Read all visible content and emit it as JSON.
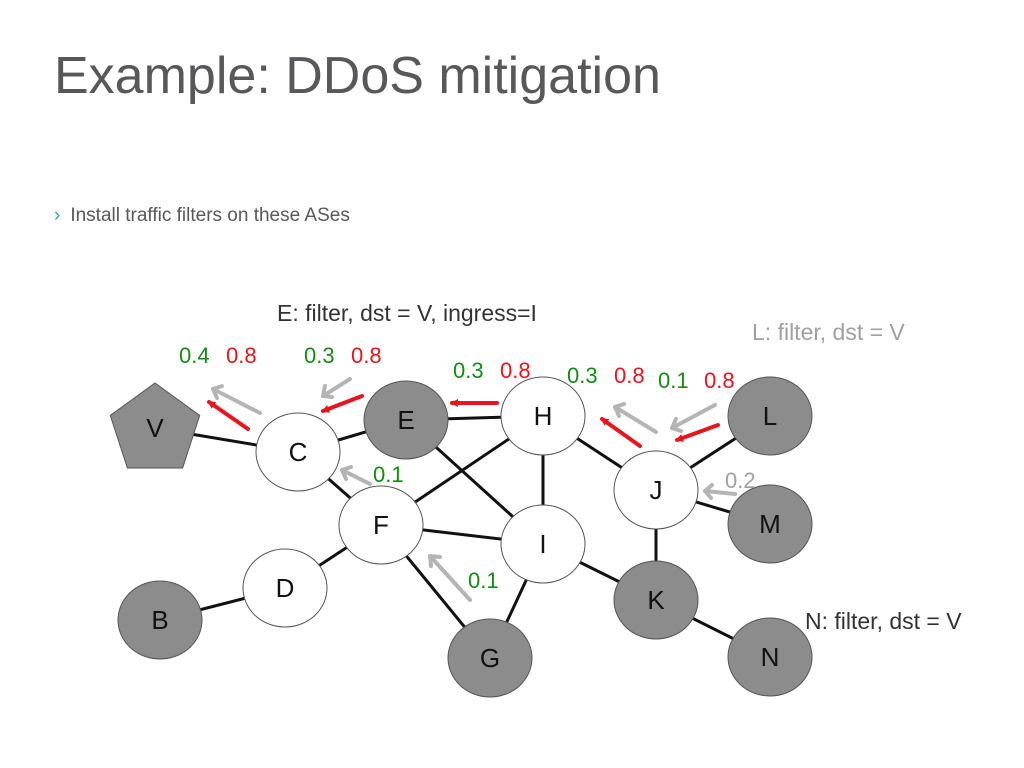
{
  "slide": {
    "title": "Example: DDoS mitigation",
    "bullet_marker": "›",
    "bullet": "Install traffic filters on these ASes"
  },
  "colors": {
    "green": "#148c14",
    "red": "#e8141e",
    "gray_arrow": "#b4b4b4",
    "gray_label": "#a0a0a0",
    "shaded_node": "#8c8c8c",
    "edge": "#111111"
  },
  "nodes": [
    {
      "id": "V",
      "label": "V",
      "shape": "pentagon",
      "shaded": true
    },
    {
      "id": "C",
      "label": "C",
      "shaded": false
    },
    {
      "id": "E",
      "label": "E",
      "shaded": true
    },
    {
      "id": "H",
      "label": "H",
      "shaded": false
    },
    {
      "id": "F",
      "label": "F",
      "shaded": false
    },
    {
      "id": "D",
      "label": "D",
      "shaded": false
    },
    {
      "id": "B",
      "label": "B",
      "shaded": true
    },
    {
      "id": "I",
      "label": "I",
      "shaded": false
    },
    {
      "id": "G",
      "label": "G",
      "shaded": true
    },
    {
      "id": "J",
      "label": "J",
      "shaded": false
    },
    {
      "id": "K",
      "label": "K",
      "shaded": true
    },
    {
      "id": "L",
      "label": "L",
      "shaded": true
    },
    {
      "id": "M",
      "label": "M",
      "shaded": true
    },
    {
      "id": "N",
      "label": "N",
      "shaded": true
    }
  ],
  "edges": [
    [
      "V",
      "C"
    ],
    [
      "C",
      "E"
    ],
    [
      "C",
      "F"
    ],
    [
      "E",
      "H"
    ],
    [
      "E",
      "I"
    ],
    [
      "F",
      "H"
    ],
    [
      "F",
      "I"
    ],
    [
      "F",
      "D"
    ],
    [
      "F",
      "G"
    ],
    [
      "D",
      "B"
    ],
    [
      "H",
      "I"
    ],
    [
      "H",
      "J"
    ],
    [
      "I",
      "G"
    ],
    [
      "I",
      "K"
    ],
    [
      "J",
      "L"
    ],
    [
      "J",
      "M"
    ],
    [
      "J",
      "K"
    ],
    [
      "K",
      "N"
    ]
  ],
  "annotations": {
    "filter_e": "E: filter, dst = V, ingress=I",
    "filter_l": "L: filter, dst = V",
    "filter_n": "N: filter, dst = V"
  },
  "rates": {
    "cv_good": "0.4",
    "cv_bad": "0.8",
    "ec_good": "0.3",
    "ec_bad": "0.8",
    "he_good": "0.3",
    "he_bad": "0.8",
    "jh_good": "0.3",
    "jh_bad": "0.8",
    "lj_good": "0.1",
    "lj_bad": "0.8",
    "fc": "0.1",
    "gf": "0.1",
    "mj": "0.2"
  }
}
